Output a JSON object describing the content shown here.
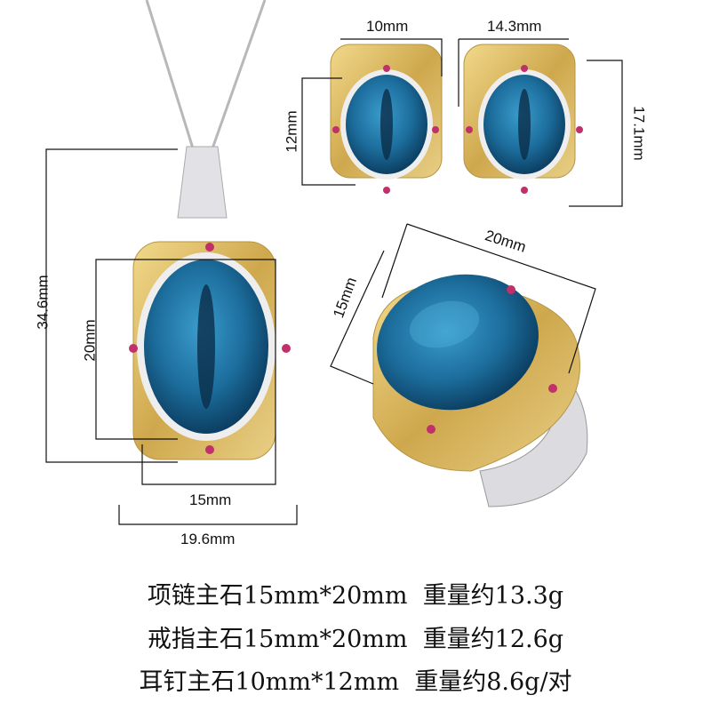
{
  "dimensions": {
    "necklace_height": "34.6mm",
    "necklace_stone_height": "20mm",
    "necklace_stone_width": "15mm",
    "necklace_width": "19.6mm",
    "earring_stone_width": "10mm",
    "earring_width": "14.3mm",
    "earring_stone_height": "12mm",
    "earring_height": "17.1mm",
    "ring_stone_length": "20mm",
    "ring_stone_width": "15mm"
  },
  "specs": [
    {
      "item": "项链主石15mm*20mm",
      "weight": "重量约13.3g"
    },
    {
      "item": "戒指主石15mm*20mm",
      "weight": "重量约12.6g"
    },
    {
      "item": "耳钉主石10mm*12mm",
      "weight": "重量约8.6g/对"
    }
  ],
  "colors": {
    "stone": "#1f6f9e",
    "gold": "#d9b65a",
    "silver": "#d8d8dc",
    "accent_gem": "#c0306a"
  }
}
